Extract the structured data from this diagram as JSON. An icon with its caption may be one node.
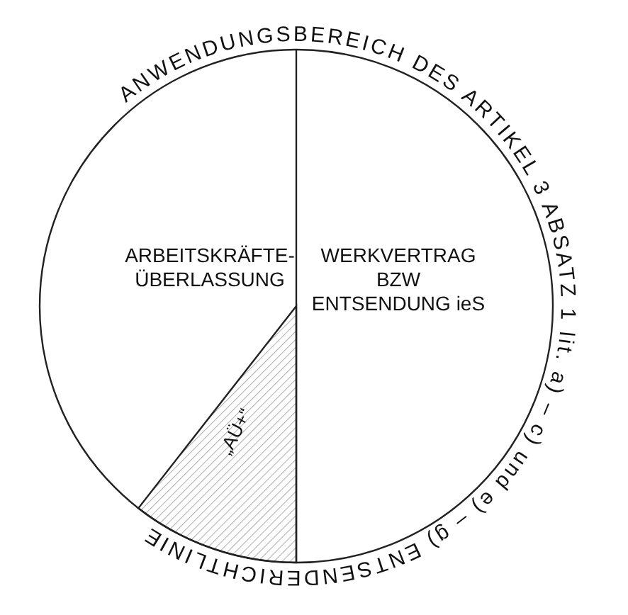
{
  "diagram": {
    "nodes": [
      {
        "text": [
          "ANWENDUNGSBEREICH DES ARTIKEL 3 ABSATZ 1 lit. a) – c) und e) – g) ENTSENDERICHTLINIE"
        ]
      },
      {
        "text": [
          "ARBEITSKRÄFTE- ÜBERLASSUNG"
        ],
        "in": 0
      },
      {
        "text": [
          "WERKVERTRAG BZW ENTSENDUNG ieS"
        ],
        "in": 0
      },
      {
        "text": [
          "„AÜ+“"
        ],
        "in": 1
      }
    ],
    "edges": []
  }
}
